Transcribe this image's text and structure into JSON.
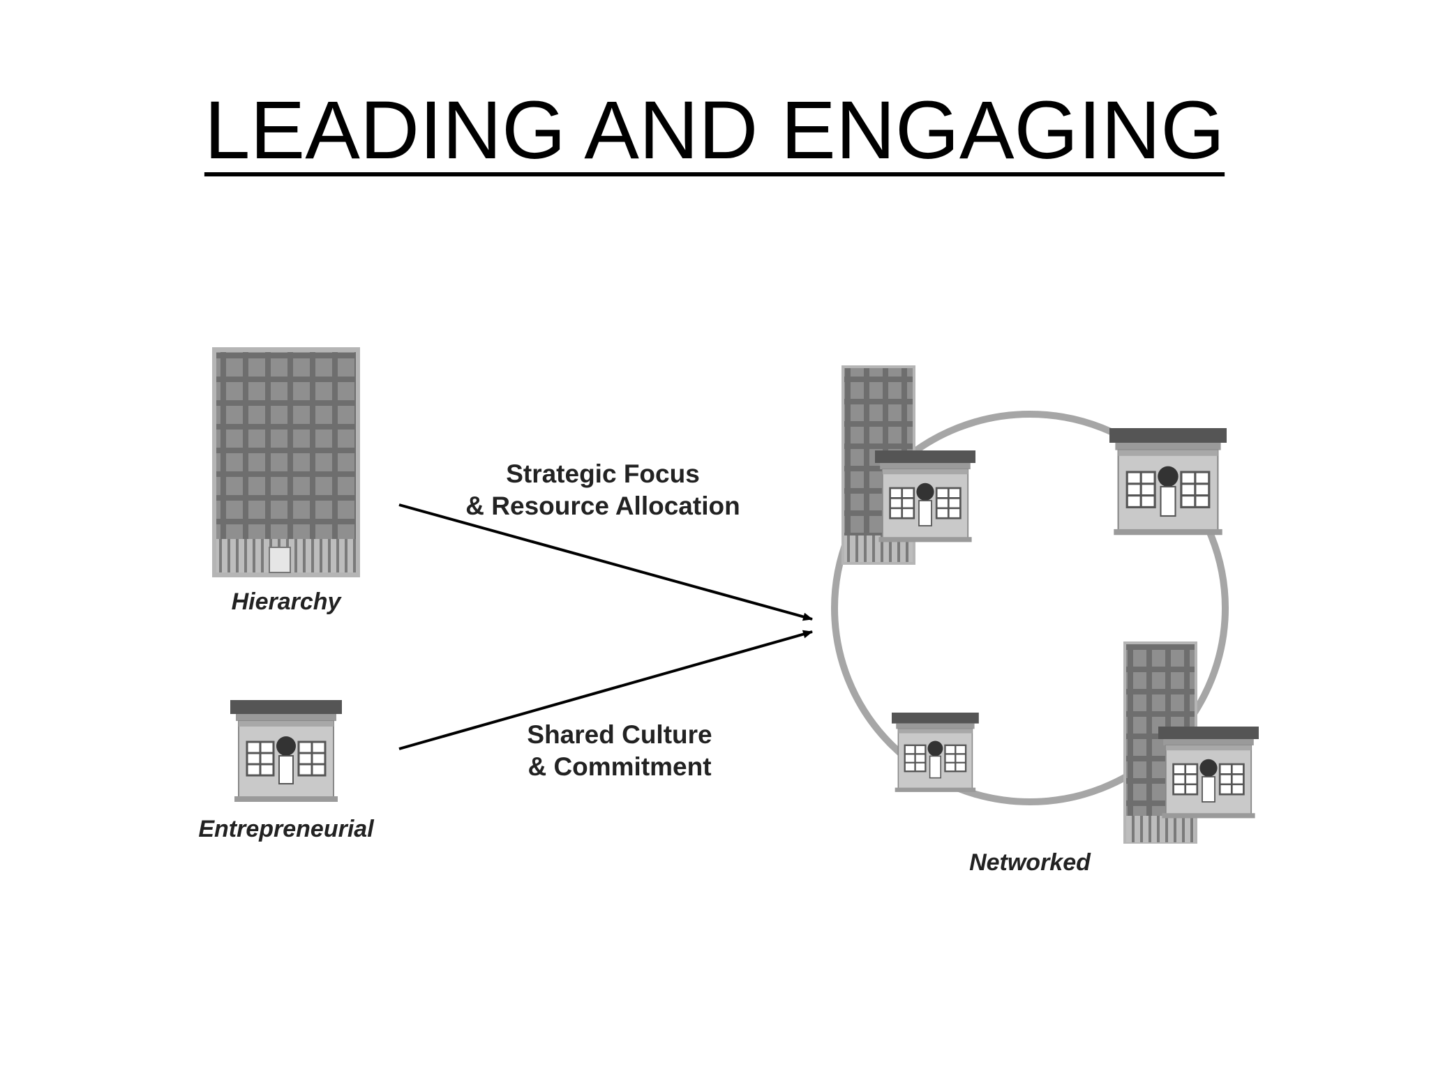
{
  "title": "LEADING AND ENGAGING",
  "nodes": {
    "hierarchy": "Hierarchy",
    "entrepreneurial": "Entrepreneurial",
    "networked": "Networked"
  },
  "arrows": {
    "top": [
      "Strategic Focus",
      "& Resource Allocation"
    ],
    "bottom": [
      "Shared Culture",
      "& Commitment"
    ]
  }
}
